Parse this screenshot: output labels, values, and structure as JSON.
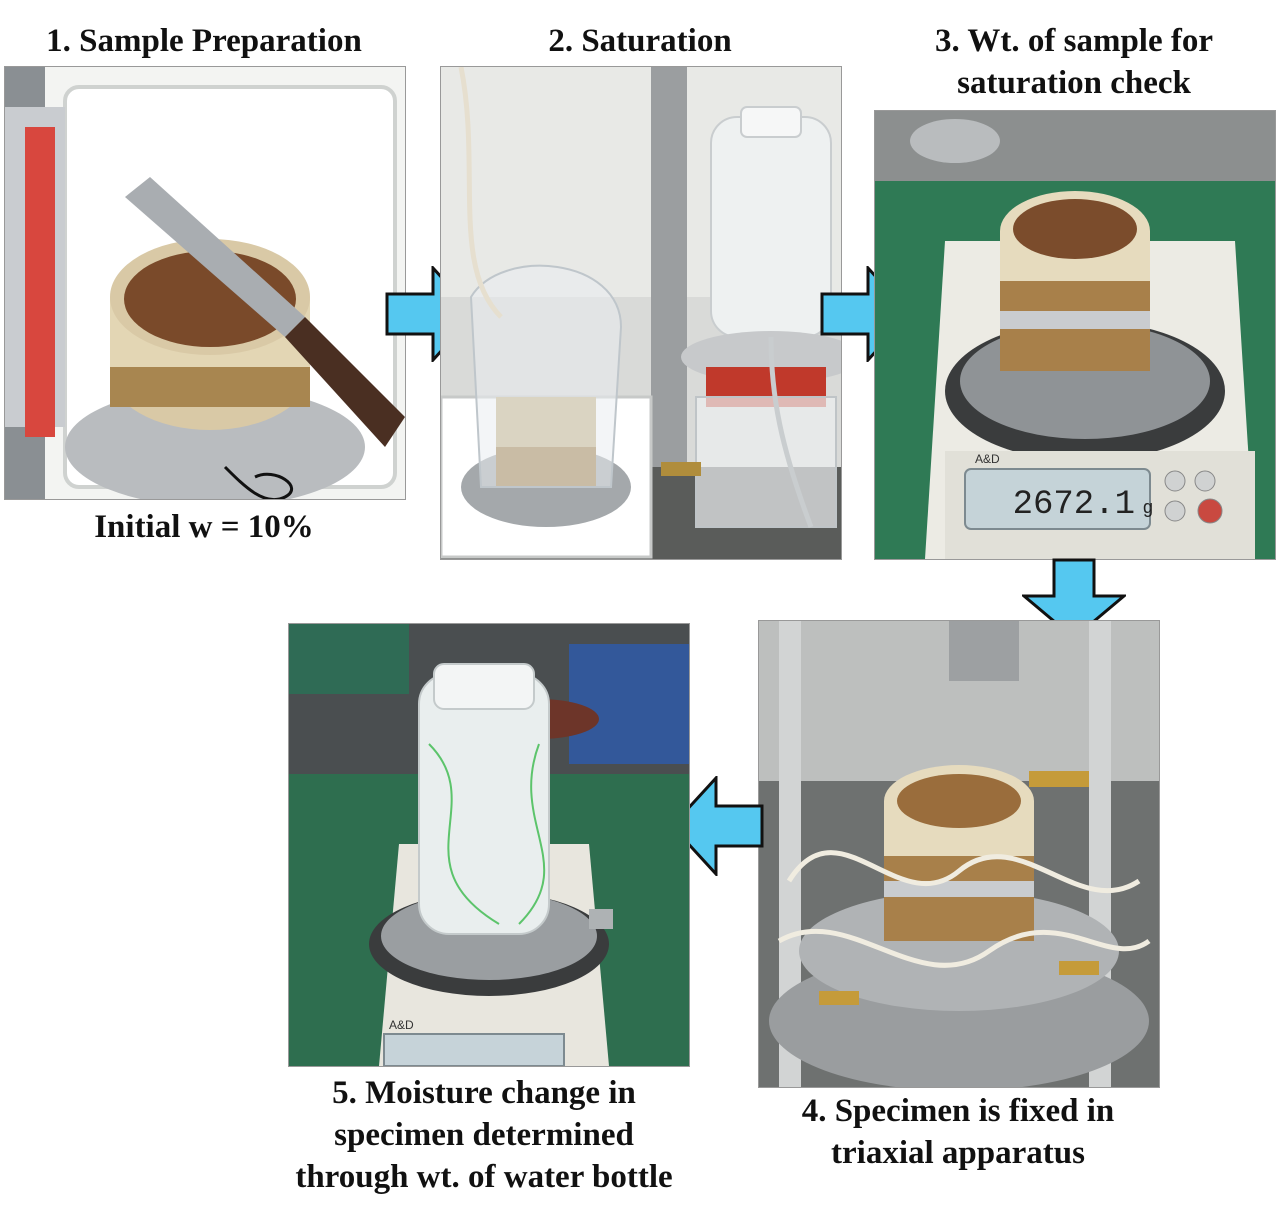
{
  "steps": [
    {
      "number": "1.",
      "title": "Sample Preparation",
      "caption": "Initial w = 10%"
    },
    {
      "number": "2.",
      "title": "Saturation"
    },
    {
      "number": "3.",
      "title_line1": "Wt. of sample for",
      "title_line2": "saturation check",
      "scale_reading": "2672.1",
      "scale_unit": "g",
      "scale_brand": "A&D"
    },
    {
      "number": "4.",
      "title_line1": "Specimen is fixed in",
      "title_line2": "triaxial apparatus"
    },
    {
      "number": "5.",
      "title_line1": "Moisture change in",
      "title_line2": "specimen determined",
      "title_line3": "through wt. of water bottle",
      "scale_brand": "A&D"
    }
  ],
  "colors": {
    "arrow_fill": "#55c8f0",
    "arrow_stroke": "#111111"
  },
  "icons": {
    "arrow_right": "arrow-right-icon",
    "arrow_down": "arrow-down-icon",
    "arrow_left": "arrow-left-icon"
  }
}
